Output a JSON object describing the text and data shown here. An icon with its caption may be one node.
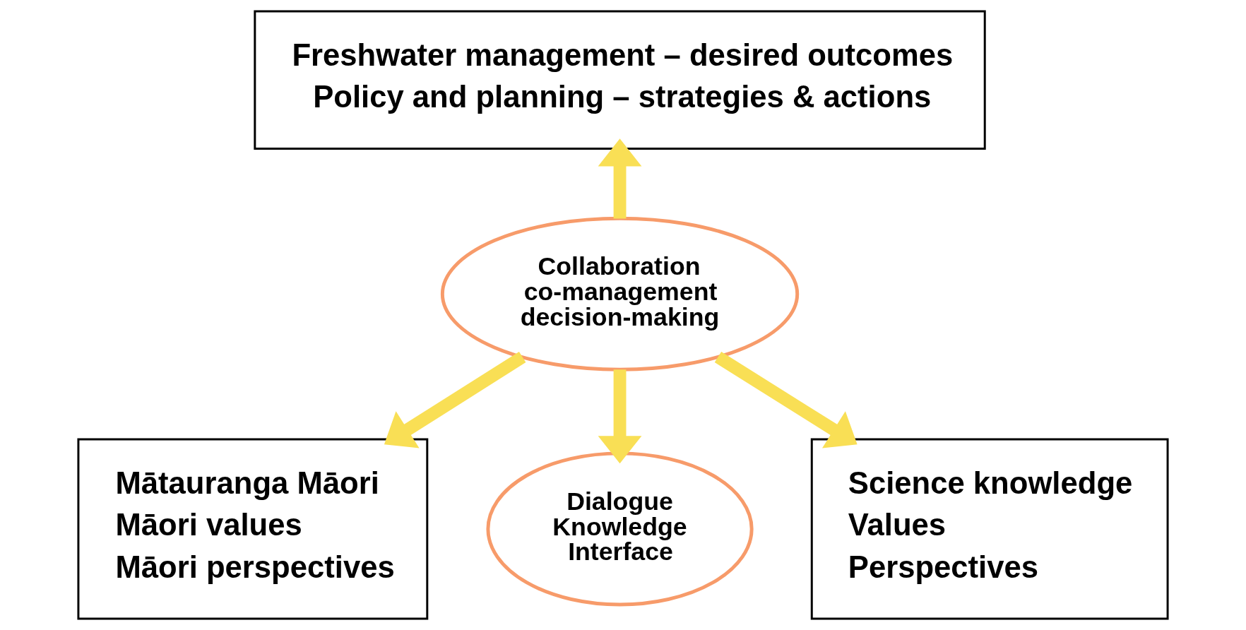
{
  "diagram": {
    "nodes": [
      {
        "text": [
          "Freshwater management – desired outcomes",
          "Policy and planning – strategies & actions"
        ]
      },
      {
        "text": [
          "Collaboration co-management decision-making"
        ]
      },
      {
        "text": [
          "Mātauranga Māori",
          "Māori values",
          "Māori perspectives"
        ]
      },
      {
        "text": [
          "Science knowledge",
          "Values",
          "Perspectives"
        ]
      },
      {
        "text": [
          "Dialogue Knowledge Interface"
        ]
      }
    ],
    "edges": [
      {
        "from": 1,
        "to": 0,
        "arrow": "to"
      },
      {
        "from": 1,
        "to": 2,
        "arrow": "to"
      },
      {
        "from": 1,
        "to": 4,
        "arrow": "to"
      },
      {
        "from": 1,
        "to": 3,
        "arrow": "to"
      }
    ]
  }
}
